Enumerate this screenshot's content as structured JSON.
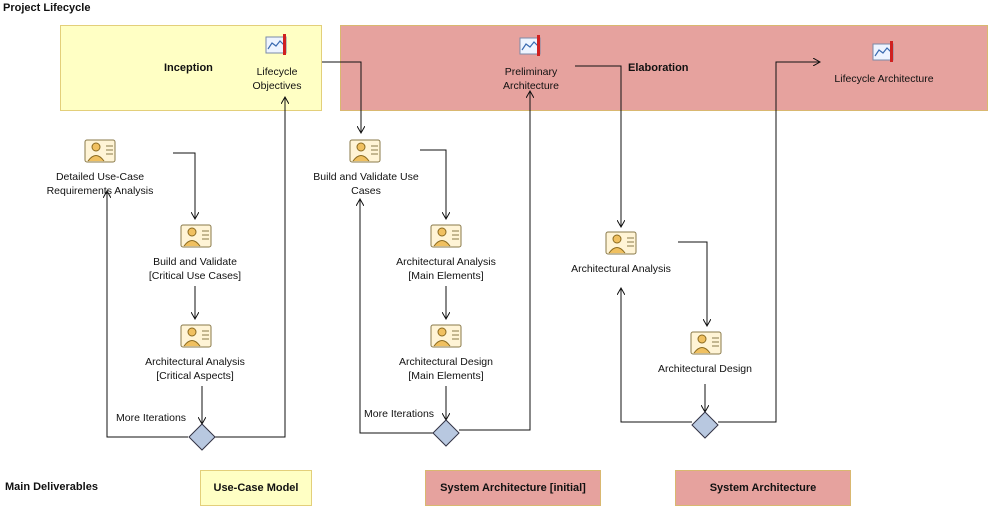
{
  "title": "Project Lifecycle",
  "phases": {
    "inception": "Inception",
    "elaboration": "Elaboration"
  },
  "milestones": {
    "lifecycle_objectives": "Lifecycle\nObjectives",
    "preliminary_architecture": "Preliminary\nArchitecture",
    "lifecycle_architecture": "Lifecycle Architecture"
  },
  "activities": {
    "detailed_use_case": "Detailed Use-Case\nRequirements Analysis",
    "build_validate_critical": "Build and Validate\n[Critical Use Cases]",
    "arch_analysis_critical": "Architectural Analysis\n[Critical Aspects]",
    "build_validate_use_cases": "Build and Validate Use\nCases",
    "arch_analysis_main": "Architectural Analysis\n[Main Elements]",
    "arch_design_main": "Architectural Design\n[Main Elements]",
    "arch_analysis": "Architectural Analysis",
    "arch_design": "Architectural Design"
  },
  "iterations": {
    "more_iterations_1": "More Iterations",
    "more_iterations_2": "More Iterations"
  },
  "deliverables": {
    "label": "Main Deliverables",
    "use_case_model": "Use-Case Model",
    "system_architecture_initial": "System Architecture [initial]",
    "system_architecture": "System Architecture"
  },
  "icons": {
    "milestone": "milestone-chart-icon",
    "activity": "role-activity-icon",
    "decision": "decision-diamond"
  },
  "colors": {
    "inception_fill": "#ffffc4",
    "elaboration_fill": "#e6a29e",
    "decision_fill": "#b8c8e0"
  }
}
